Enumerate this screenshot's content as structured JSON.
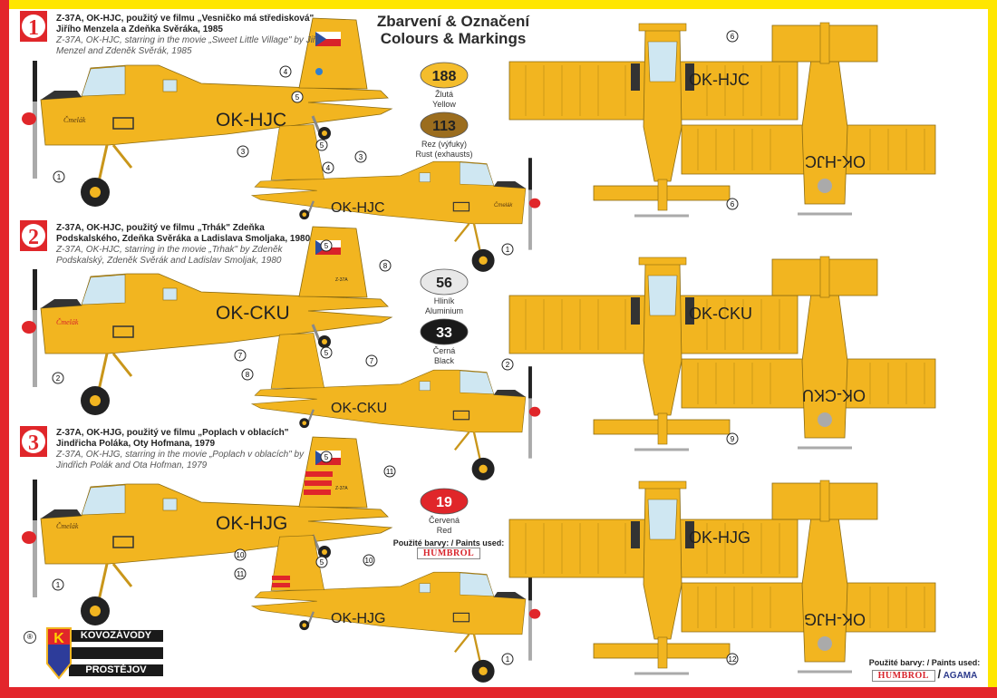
{
  "title": {
    "cz": "Zbarvení & Označení",
    "en": "Colours & Markings"
  },
  "schemes": [
    {
      "number": "1",
      "registration": "OK-HJC",
      "nose_name": "Čmelák",
      "line1": "Z-37A, OK-HJC, použitý ve filmu „Vesničko má středisková\"",
      "line2": "Jiřího Menzela a Zdeňka Svěráka, 1985",
      "line3": "Z-37A, OK-HJC, starring in the movie „Sweet Little Village\" by Jiří",
      "line4": "Menzel and Zdeněk Svěrák, 1985",
      "callouts": [
        "5",
        "4",
        "1",
        "3",
        "5",
        "4",
        "3",
        "1",
        "6",
        "6"
      ]
    },
    {
      "number": "2",
      "registration": "OK-CKU",
      "nose_name": "Čmelák",
      "fin_code": "Z-37A",
      "line1": "Z-37A, OK-HJC, použitý ve filmu „Trhák\" Zdeňka",
      "line2": "Podskalského, Zdeňka Svěráka a Ladislava Smoljaka, 1980",
      "line3": "Z-37A, OK-HJC, starring in the movie „Trhak\" by Zdeněk",
      "line4": "Podskalský, Zdeněk Svěrák and Ladislav Smoljak, 1980",
      "callouts": [
        "5",
        "8",
        "2",
        "7",
        "5",
        "8",
        "7",
        "2",
        "9"
      ]
    },
    {
      "number": "3",
      "registration": "OK-HJG",
      "nose_name": "Čmelák",
      "fin_code": "Z-37A",
      "line1": "Z-37A, OK-HJG, použitý ve filmu „Poplach v oblacích\"",
      "line2": "Jindřicha Poláka, Oty Hofmana, 1979",
      "line3": "Z-37A, OK-HJG, starring in the movie „Poplach v oblacích\" by",
      "line4": "Jindřich Polák and Ota Hofman, 1979",
      "callouts": [
        "5",
        "11",
        "1",
        "5",
        "10",
        "11",
        "10",
        "1",
        "12"
      ]
    }
  ],
  "colors": [
    {
      "code": "188",
      "cz": "Žlutá",
      "en": "Yellow",
      "hex": "#f4bd2c"
    },
    {
      "code": "113",
      "cz": "Rez (výfuky)",
      "en": "Rust (exhausts)",
      "hex": "#9b6d1e"
    },
    {
      "code": "56",
      "cz": "Hliník",
      "en": "Aluminium",
      "hex": "#e8e8e8"
    },
    {
      "code": "33",
      "cz": "Černá",
      "en": "Black",
      "hex": "#1a1a1a"
    },
    {
      "code": "19",
      "cz": "Červená",
      "en": "Red",
      "hex": "#e0262a"
    }
  ],
  "paints_used": {
    "label": "Použité barvy: / Paints used:",
    "brand1": "HUMBROL",
    "separator": "/",
    "brand2": "AGAMA"
  },
  "logo": {
    "top": "KOVOZÁVODY",
    "bottom": "PROSTĚJOV",
    "letter": "K",
    "registered": "®"
  },
  "palette": {
    "aircraft_yellow": "#f2b520",
    "border_red": "#e3262b",
    "border_yellow": "#ffe600"
  }
}
